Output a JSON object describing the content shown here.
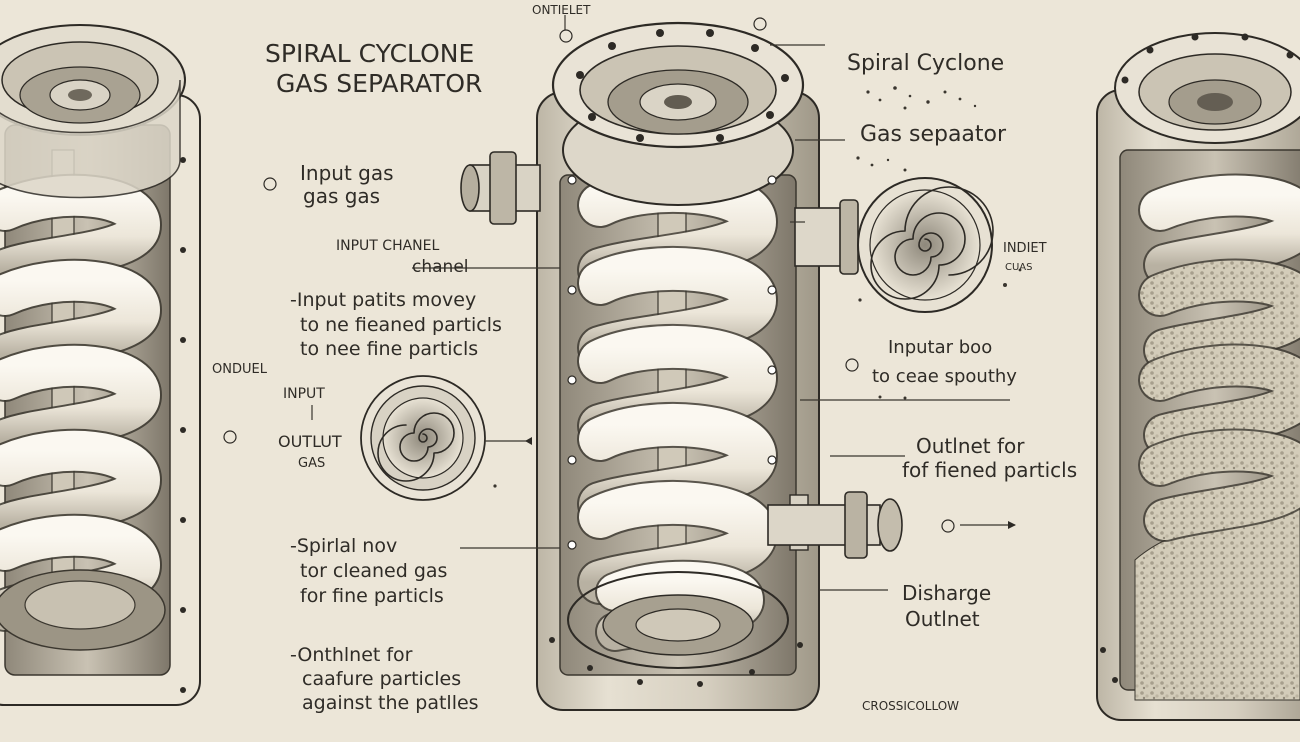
{
  "title": {
    "line1": "SPIRAL CYCLONE",
    "line2": "GAS SEPARATOR"
  },
  "labels": {
    "top_center": "ONTIELET",
    "right_heading_1": "Spiral Cyclone",
    "right_heading_2": "Gas sepaator",
    "input_gas_1": "Input gas",
    "input_gas_2": "gas gas",
    "input_chanel": "INPUT CHANEL",
    "chanel": "chanel",
    "input_partits_1": "-Input patits movey",
    "input_partits_2": "to ne fieaned particls",
    "input_partits_3": "to nee fine particls",
    "onduel": "ONDUEL",
    "input_small": "INPUT",
    "outlut": "OUTLUT",
    "gas_small": "GAS",
    "indiet": "INDIET",
    "cuas": "CUAS",
    "inputar_1": "Inputar boo",
    "inputar_2": "to ceae spouthy",
    "outlnet_1": "Outlnet for",
    "outlnet_2": "fof fiened particls",
    "spirlal_1": "-Spirlal nov",
    "spirlal_2": "tor cleaned gas",
    "spirlal_3": "for fine particls",
    "disharge_1": "Disharge",
    "disharge_2": "Outlnet",
    "onthlnet_1": "-Onthlnet for",
    "onthlnet_2": "caafure particles",
    "onthlnet_3": "against the patlles",
    "footer": "CROSSICOLLOW"
  },
  "colors": {
    "paper": "#ece6d8",
    "ink": "#2d2a25",
    "coil": "#f3efe6",
    "shadow": "#b9b2a2",
    "metal": "#d7d1c3"
  }
}
